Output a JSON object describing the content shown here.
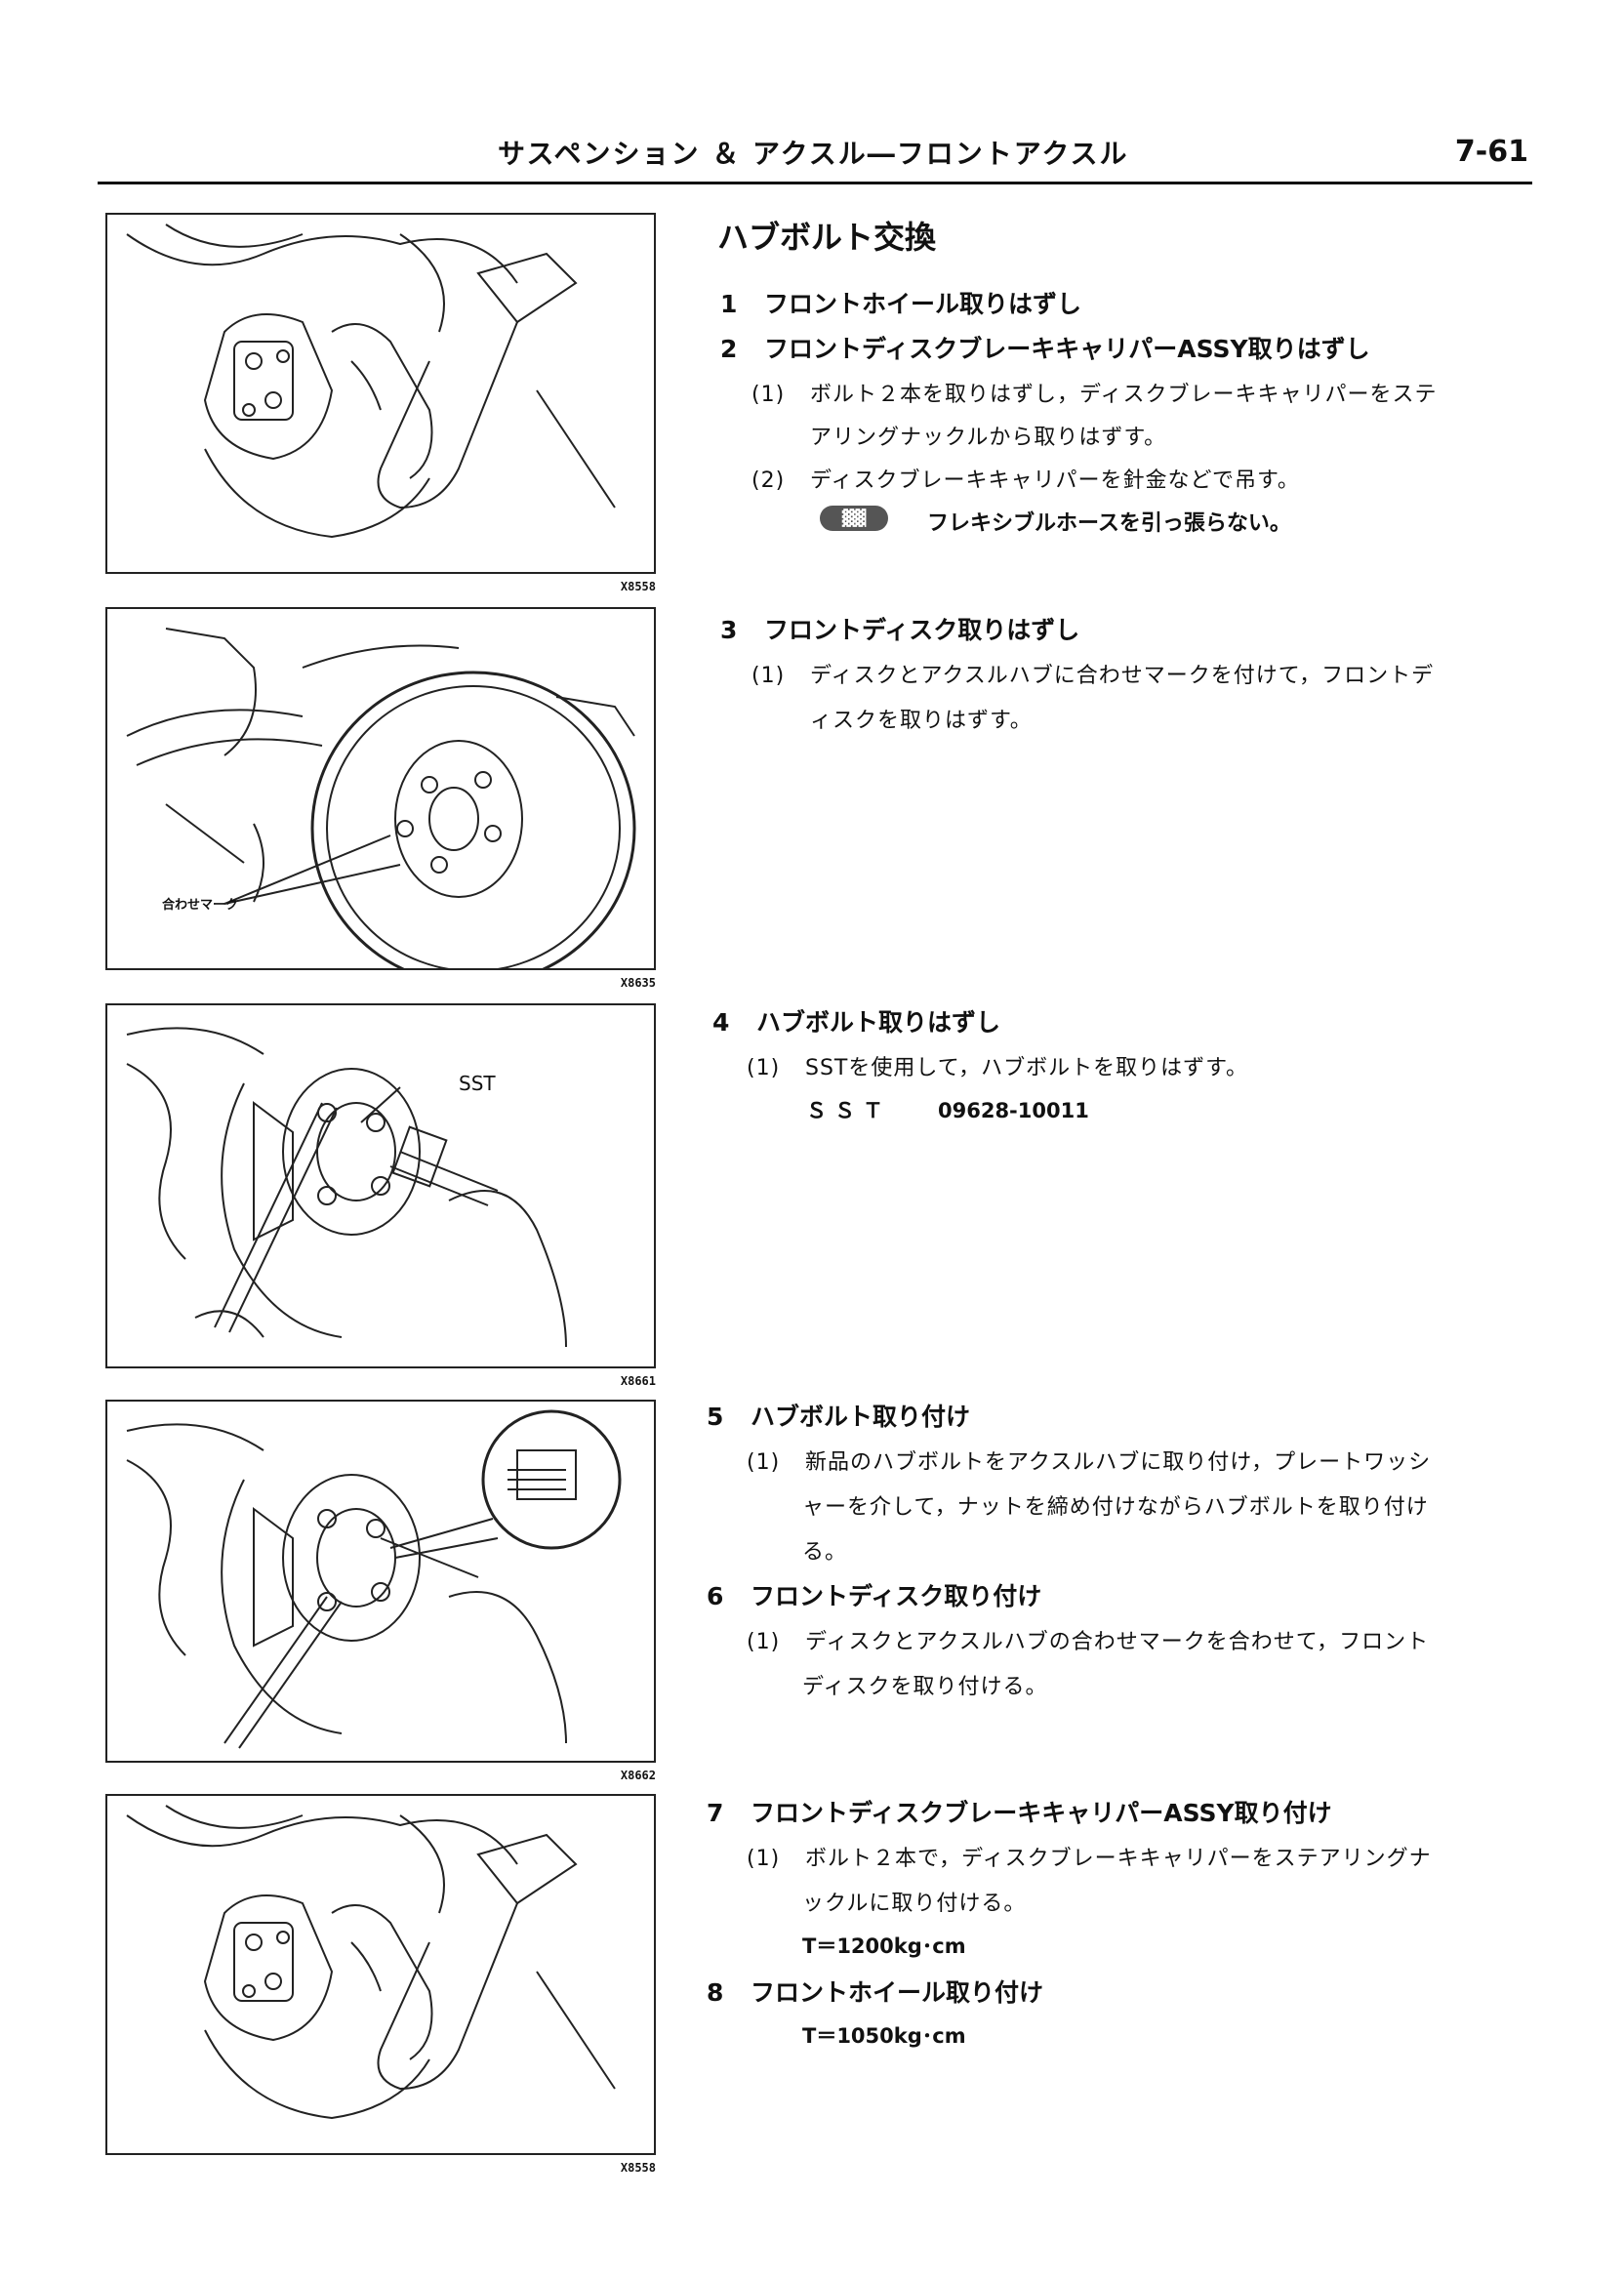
{
  "header": {
    "title": "サスペンション ＆ アクスル―フロントアクスル",
    "page_number": "7-61"
  },
  "figures": {
    "fig1_code": "X8558",
    "fig2_code": "X8635",
    "fig2_label": "合わせマーク",
    "fig3_code": "X8661",
    "fig3_label": "SST",
    "fig4_code": "X8662",
    "fig5_code": "X8558"
  },
  "section_title": "ハブボルト交換",
  "steps": [
    {
      "num": "1",
      "title": "フロントホイール取りはずし"
    },
    {
      "num": "2",
      "title": "フロントディスクブレーキキャリパーASSY取りはずし",
      "subs": [
        {
          "num": "(1)",
          "line1": "ボルト２本を取りはずし，ディスクブレーキキャリパーをステ",
          "line2": "アリングナックルから取りはずす。"
        },
        {
          "num": "(2)",
          "line1": "ディスクブレーキキャリパーを針金などで吊す。"
        }
      ],
      "caution": "フレキシブルホースを引っ張らない。"
    },
    {
      "num": "3",
      "title": "フロントディスク取りはずし",
      "subs": [
        {
          "num": "(1)",
          "line1": "ディスクとアクスルハブに合わせマークを付けて，フロントデ",
          "line2": "ィスクを取りはずす。"
        }
      ]
    },
    {
      "num": "4",
      "title": "ハブボルト取りはずし",
      "subs": [
        {
          "num": "(1)",
          "line1": "SSTを使用して，ハブボルトを取りはずす。"
        }
      ],
      "spec_label": "ＳＳＴ",
      "spec_value": "09628-10011"
    },
    {
      "num": "5",
      "title": "ハブボルト取り付け",
      "subs": [
        {
          "num": "(1)",
          "line1": "新品のハブボルトをアクスルハブに取り付け，プレートワッシ",
          "line2": "ャーを介して，ナットを締め付けながらハブボルトを取り付け",
          "line3": "る。"
        }
      ]
    },
    {
      "num": "6",
      "title": "フロントディスク取り付け",
      "subs": [
        {
          "num": "(1)",
          "line1": "ディスクとアクスルハブの合わせマークを合わせて，フロント",
          "line2": "ディスクを取り付ける。"
        }
      ]
    },
    {
      "num": "7",
      "title": "フロントディスクブレーキキャリパーASSY取り付け",
      "subs": [
        {
          "num": "(1)",
          "line1": "ボルト２本で，ディスクブレーキキャリパーをステアリングナ",
          "line2": "ックルに取り付ける。"
        }
      ],
      "torque": "T＝1200kg･cm"
    },
    {
      "num": "8",
      "title": "フロントホイール取り付け",
      "torque": "T＝1050kg･cm"
    }
  ]
}
